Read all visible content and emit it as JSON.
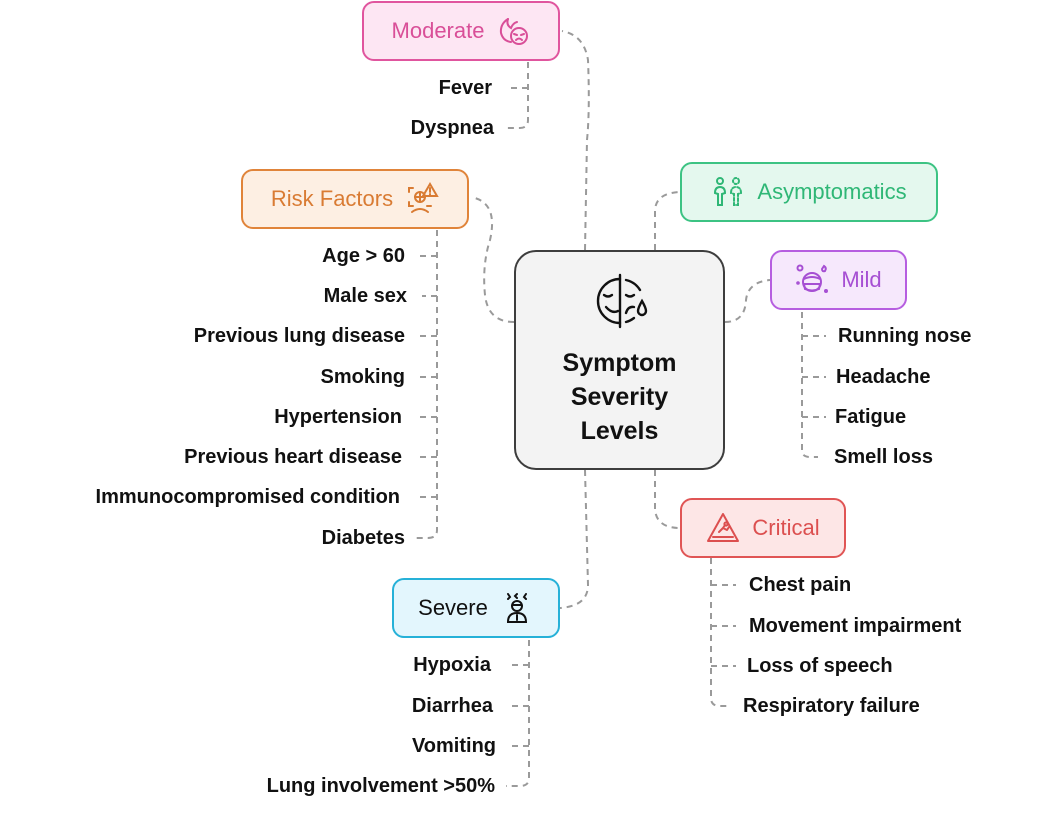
{
  "center": {
    "title_lines": [
      "Symptom",
      "Severity",
      "Levels"
    ],
    "icon": "sad-happy-face-icon"
  },
  "categories": {
    "moderate": {
      "label": "Moderate",
      "icon": "feverish-face-icon",
      "border": "#e0559e",
      "fill": "#fde6f3",
      "text": "#d94f98",
      "items": [
        "Fever",
        "Dyspnea"
      ]
    },
    "risk_factors": {
      "label": "Risk Factors",
      "icon": "person-warning-icon",
      "border": "#e0843a",
      "fill": "#fdefe3",
      "text": "#d97b33",
      "items": [
        "Age > 60",
        "Male sex",
        "Previous lung disease",
        "Smoking",
        "Hypertension",
        "Previous heart disease",
        "Immunocompromised condition",
        "Diabetes"
      ]
    },
    "asymptomatics": {
      "label": "Asymptomatics",
      "icon": "persons-outline-icon",
      "border": "#3cc383",
      "fill": "#e4f8ee",
      "text": "#2fb776",
      "items": []
    },
    "mild": {
      "label": "Mild",
      "icon": "masked-face-icon",
      "border": "#b65ee0",
      "fill": "#f6e8fc",
      "text": "#a64fd3",
      "items": [
        "Running nose",
        "Headache",
        "Fatigue",
        "Smell loss"
      ]
    },
    "critical": {
      "label": "Critical",
      "icon": "slip-warning-icon",
      "border": "#e05555",
      "fill": "#fde6e6",
      "text": "#dc4f4f",
      "items": [
        "Chest pain",
        "Movement impairment",
        "Loss of speech",
        "Respiratory failure"
      ]
    },
    "severe": {
      "label": "Severe",
      "icon": "distressed-person-icon",
      "border": "#26b1d8",
      "fill": "#e3f6fd",
      "text": "#111111",
      "items": [
        "Hypoxia",
        "Diarrhea",
        "Vomiting",
        "Lung involvement >50%"
      ]
    }
  },
  "connector_color": "#9a9a9a"
}
